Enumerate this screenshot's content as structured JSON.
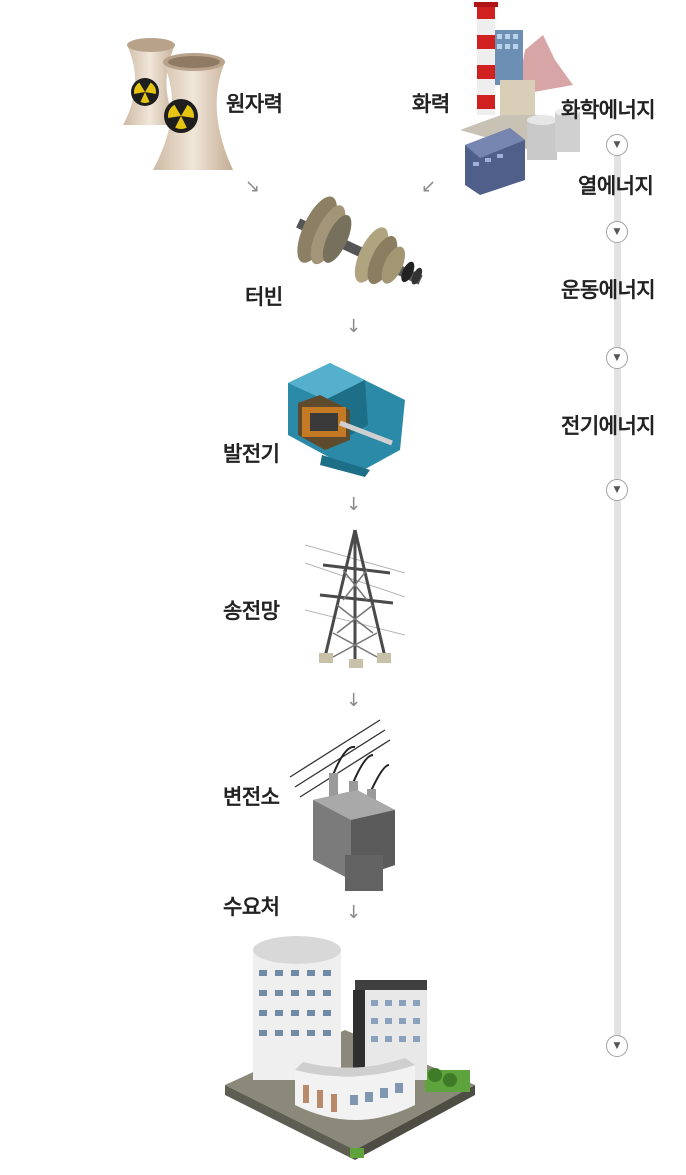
{
  "sources": {
    "nuclear": "원자력",
    "thermal": "화력"
  },
  "steps": {
    "turbine": "터빈",
    "generator": "발전기",
    "grid": "송전망",
    "substation": "변전소",
    "consumer": "수요처"
  },
  "energy": [
    "화학에너지",
    "열에너지",
    "운동에너지",
    "전기에너지"
  ],
  "icons": {
    "down_arrow": "↓",
    "diag_right": "↘",
    "diag_left": "↙",
    "circle_chevron": "▼"
  }
}
